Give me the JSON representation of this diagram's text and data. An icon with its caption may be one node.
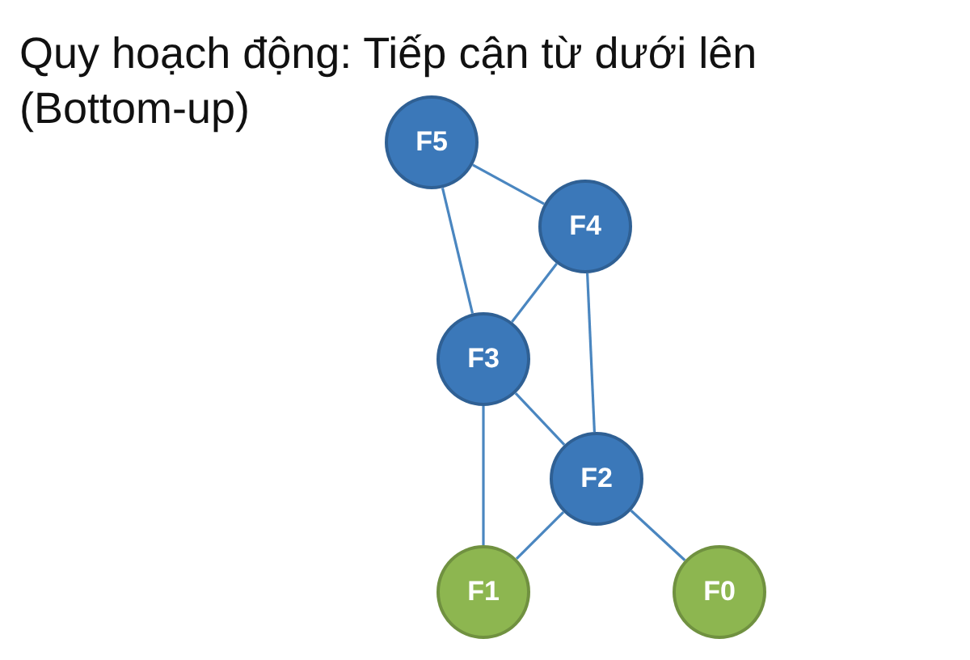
{
  "diagram": {
    "title": "Quy hoạch động: Tiếp cận từ dưới lên (Bottom-up)",
    "nodes": [
      {
        "text": [
          "F5"
        ]
      },
      {
        "text": [
          "F4"
        ]
      },
      {
        "text": [
          "F3"
        ]
      },
      {
        "text": [
          "F2"
        ]
      },
      {
        "text": [
          "F1"
        ]
      },
      {
        "text": [
          "F0"
        ]
      }
    ],
    "edges": [
      {
        "from": 0,
        "to": 1,
        "arrow": "none"
      },
      {
        "from": 0,
        "to": 2,
        "arrow": "none"
      },
      {
        "from": 1,
        "to": 2,
        "arrow": "none"
      },
      {
        "from": 1,
        "to": 3,
        "arrow": "none"
      },
      {
        "from": 2,
        "to": 3,
        "arrow": "none"
      },
      {
        "from": 2,
        "to": 4,
        "arrow": "none"
      },
      {
        "from": 3,
        "to": 4,
        "arrow": "none"
      },
      {
        "from": 3,
        "to": 5,
        "arrow": "none"
      }
    ]
  }
}
